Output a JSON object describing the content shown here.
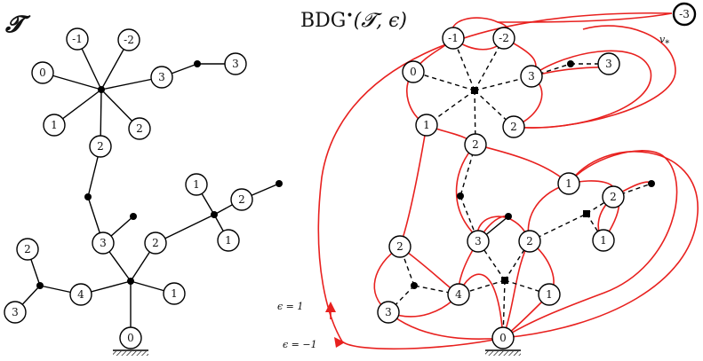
{
  "left_title": "𝓣",
  "right_title_text": "BDG",
  "right_title_sup": "•",
  "right_title_args": "(𝓣, ϵ)",
  "vstar_label": "v",
  "vstar_sub": "*",
  "eps_pos": "ϵ = 1",
  "eps_neg": "ϵ = −1",
  "left_vertices": [
    {
      "id": "L0",
      "label": "0"
    },
    {
      "id": "Lm1",
      "label": "-1"
    },
    {
      "id": "Lm2",
      "label": "-2"
    },
    {
      "id": "L0b",
      "label": "0"
    },
    {
      "id": "L3a",
      "label": "3"
    },
    {
      "id": "L3b",
      "label": "3"
    },
    {
      "id": "L1a",
      "label": "1"
    },
    {
      "id": "L2a",
      "label": "2"
    },
    {
      "id": "L2b",
      "label": "2"
    },
    {
      "id": "L1b",
      "label": "1"
    },
    {
      "id": "L2c",
      "label": "2"
    },
    {
      "id": "L1c",
      "label": "1"
    },
    {
      "id": "L3c",
      "label": "3"
    },
    {
      "id": "L2d",
      "label": "2"
    },
    {
      "id": "L2e",
      "label": "2"
    },
    {
      "id": "L4",
      "label": "4"
    },
    {
      "id": "L1d",
      "label": "1"
    },
    {
      "id": "L3d",
      "label": "3"
    }
  ],
  "right_vertices": [
    {
      "id": "R-1",
      "label": "-1"
    },
    {
      "id": "R-2",
      "label": "-2"
    },
    {
      "id": "R0a",
      "label": "0"
    },
    {
      "id": "R3a",
      "label": "3"
    },
    {
      "id": "R3b",
      "label": "3"
    },
    {
      "id": "R1a",
      "label": "1"
    },
    {
      "id": "R2a",
      "label": "2"
    },
    {
      "id": "R2b",
      "label": "2"
    },
    {
      "id": "R1b",
      "label": "1"
    },
    {
      "id": "R2c",
      "label": "2"
    },
    {
      "id": "R1c",
      "label": "1"
    },
    {
      "id": "R2d",
      "label": "2"
    },
    {
      "id": "R3c",
      "label": "3"
    },
    {
      "id": "R2e",
      "label": "2"
    },
    {
      "id": "R3d",
      "label": "3"
    },
    {
      "id": "R4",
      "label": "4"
    },
    {
      "id": "R1d",
      "label": "1"
    },
    {
      "id": "R0",
      "label": "0"
    },
    {
      "id": "Rm3",
      "label": "-3"
    }
  ]
}
